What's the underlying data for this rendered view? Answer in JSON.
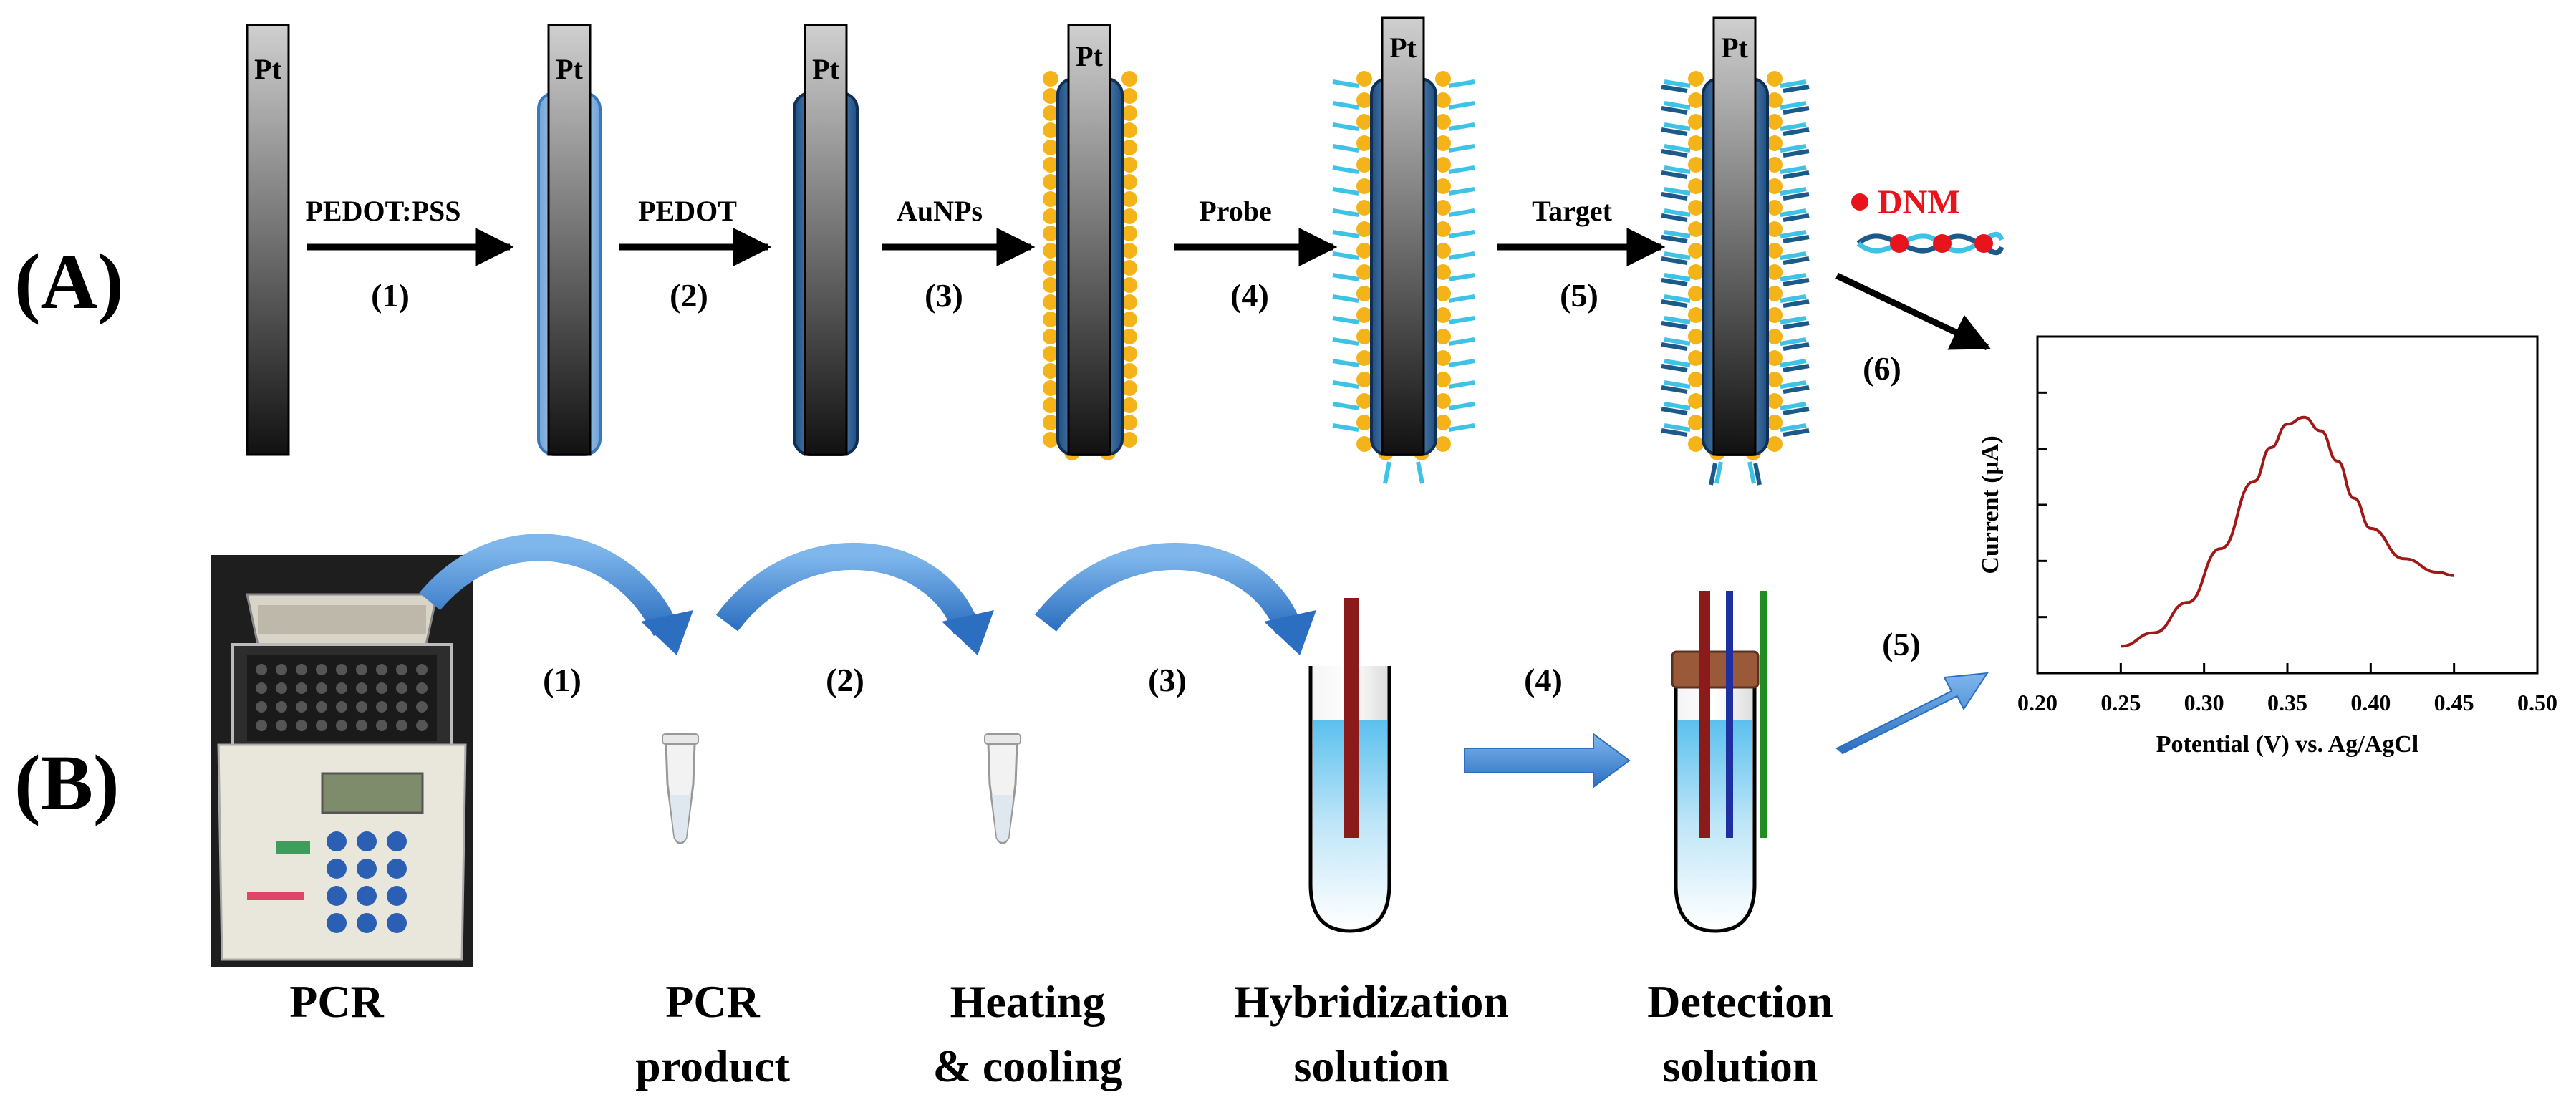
{
  "panel_a": {
    "label": "(A)",
    "electrode_text": "Pt",
    "steps": [
      {
        "name": "PEDOT:PSS",
        "num": "(1)"
      },
      {
        "name": "PEDOT",
        "num": "(2)"
      },
      {
        "name": "AuNPs",
        "num": "(3)"
      },
      {
        "name": "Probe",
        "num": "(4)"
      },
      {
        "name": "Target",
        "num": "(5)"
      }
    ],
    "dnm_legend": "DNM",
    "final_step_num": "(6)"
  },
  "panel_b": {
    "label": "(B)",
    "step_nums": [
      "(1)",
      "(2)",
      "(3)",
      "(4)",
      "(5)"
    ],
    "captions": [
      {
        "line1": "PCR",
        "line2": ""
      },
      {
        "line1": "PCR",
        "line2": "product"
      },
      {
        "line1": "Heating",
        "line2": "& cooling"
      },
      {
        "line1": "Hybridization",
        "line2": "solution"
      },
      {
        "line1": "Detection",
        "line2": "solution"
      }
    ]
  },
  "chart_data": {
    "type": "line",
    "xlabel": "Potential (V) vs. Ag/AgCl",
    "ylabel": "Current (μA)",
    "x_ticks": [
      "0.20",
      "0.25",
      "0.30",
      "0.35",
      "0.40",
      "0.45",
      "0.50"
    ],
    "xlim": [
      0.2,
      0.5
    ],
    "y_tick_labels_shown": false,
    "series": [
      {
        "color": "#a01818",
        "x": [
          0.25,
          0.27,
          0.29,
          0.31,
          0.33,
          0.34,
          0.35,
          0.36,
          0.37,
          0.38,
          0.39,
          0.4,
          0.42,
          0.44,
          0.45
        ],
        "y": [
          0.08,
          0.12,
          0.21,
          0.37,
          0.57,
          0.67,
          0.74,
          0.76,
          0.72,
          0.63,
          0.52,
          0.43,
          0.34,
          0.3,
          0.29
        ]
      }
    ]
  },
  "colors": {
    "gold_nanoparticle": "#f5b31a",
    "probe_dna": "#3ec3e6",
    "target_dna": "#1c5a8a",
    "pedot": "#3d6fa0",
    "dnm_red": "#e8141b",
    "flow_arrow": "#4a8fd8",
    "curve": "#a01818"
  }
}
